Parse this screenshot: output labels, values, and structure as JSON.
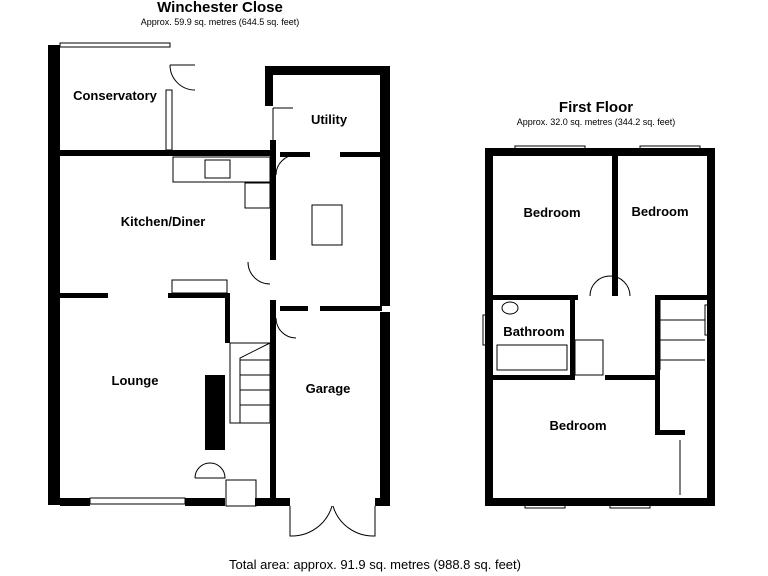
{
  "ground_floor": {
    "title": "Winchester Close",
    "area": "Approx. 59.9 sq. metres (644.5 sq. feet)",
    "rooms": [
      "Conservatory",
      "Utility",
      "Kitchen/Diner",
      "Lounge",
      "Garage"
    ]
  },
  "first_floor": {
    "title": "First Floor",
    "area": "Approx. 32.0 sq. metres (344.2 sq. feet)",
    "rooms": [
      "Bedroom",
      "Bedroom",
      "Bathroom",
      "Bedroom"
    ]
  },
  "total_area": "Total area: approx. 91.9 sq. metres (988.8 sq. feet)"
}
